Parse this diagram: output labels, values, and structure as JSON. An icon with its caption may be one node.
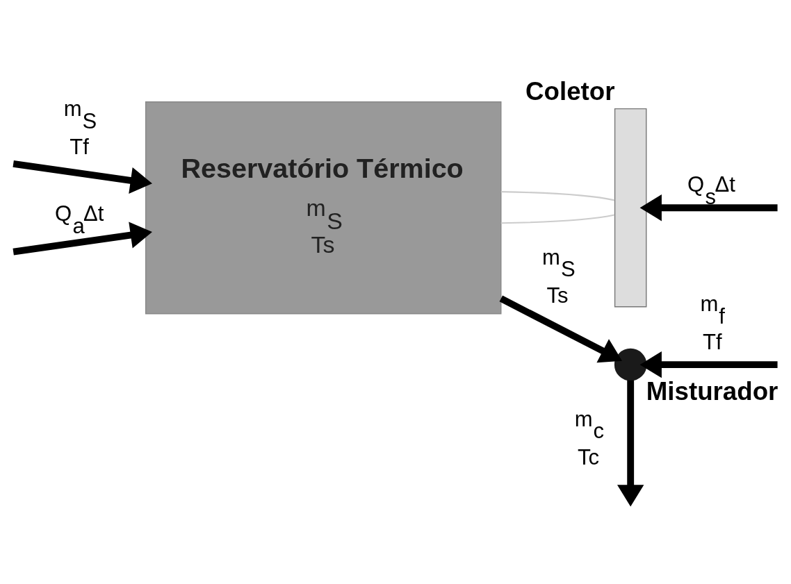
{
  "diagram": {
    "nodes": [
      {
        "text": [
          "Reservatório Térmico",
          "m$_{S}$",
          "Ts"
        ]
      },
      {
        "text": [],
        "shape": "bar",
        "beside": [
          "Coletor"
        ]
      },
      {
        "text": [],
        "shape": "circle",
        "beside": [
          "Misturador"
        ]
      }
    ],
    "edges": [
      {
        "from": null,
        "to": 0,
        "arrow": "to",
        "label": "m$_{S}$ Tf"
      },
      {
        "from": null,
        "to": 0,
        "arrow": "to",
        "label": "Q$_{a}$Δt"
      },
      {
        "from": 0,
        "to": 1,
        "arrow": "none",
        "color": "#cccccc"
      },
      {
        "from": 0,
        "to": 1,
        "arrow": "none",
        "color": "#cccccc"
      },
      {
        "from": null,
        "to": 1,
        "arrow": "to",
        "label": "Q$_{s}$Δt"
      },
      {
        "from": 0,
        "to": 2,
        "arrow": "to",
        "label": "m$_{S}$ Ts"
      },
      {
        "from": null,
        "to": 2,
        "arrow": "to",
        "label": "m$_{f}$ Tf"
      },
      {
        "from": 2,
        "to": null,
        "arrow": "to",
        "label": "m$_{c}$ Tc"
      }
    ]
  }
}
